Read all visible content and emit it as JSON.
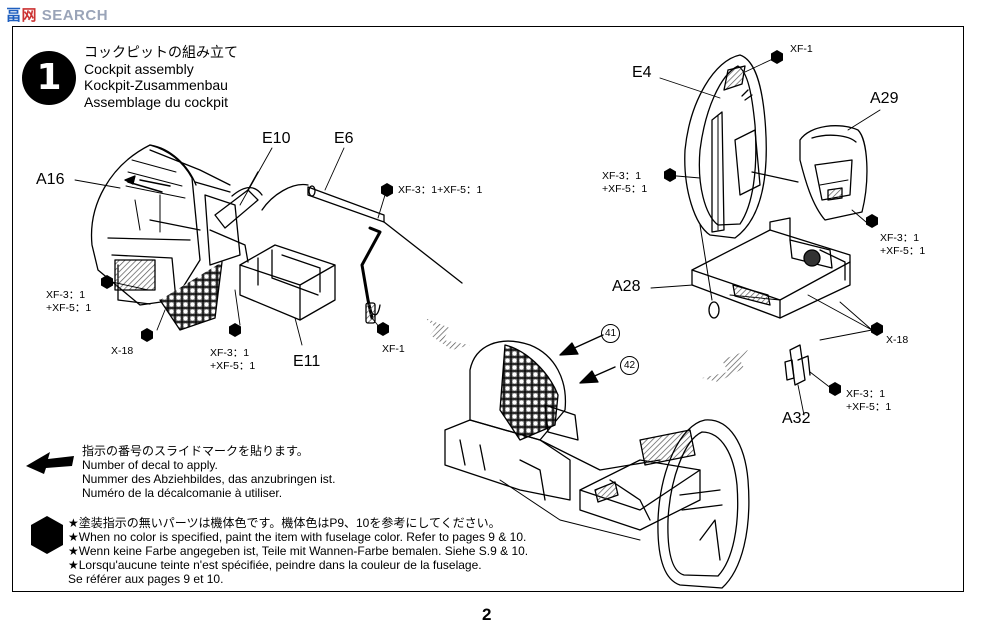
{
  "watermark": {
    "part1": "畐",
    "part2": "网",
    "part3": "SEARCH"
  },
  "step": {
    "number": "1",
    "title_ja": "コックピットの組み立て",
    "title_en": "Cockpit assembly",
    "title_de": "Kockpit-Zusammenbau",
    "title_fr": "Assemblage du cockpit"
  },
  "parts": {
    "a16": "A16",
    "e10": "E10",
    "e6": "E6",
    "e11": "E11",
    "e4": "E4",
    "a29": "A29",
    "a28": "A28",
    "a32": "A32"
  },
  "paint": {
    "xf3xf5_inline": "XF-3：1+XF-5：1",
    "xf3": "XF-3：1",
    "xf5": "+XF-5：1",
    "xf1": "XF-1",
    "x18": "X-18"
  },
  "decals": {
    "d41": "41",
    "d42": "42"
  },
  "legend_decal": {
    "ja": "指示の番号のスライドマークを貼ります。",
    "en": "Number of decal to apply.",
    "de": "Nummer des Abziehbildes, das anzubringen ist.",
    "fr": "Numéro de la décalcomanie à utiliser."
  },
  "legend_color": {
    "ja": "★塗装指示の無いパーツは機体色です。機体色はP9、10を参考にしてください。",
    "en": "★When no color is specified, paint the item with fuselage color. Refer to pages 9 & 10.",
    "de": "★Wenn keine Farbe angegeben ist, Teile mit Wannen-Farbe bemalen. Siehe S.9 & 10.",
    "fr1": "★Lorsqu'aucune teinte n'est spécifiée, peindre dans la couleur de la fuselage.",
    "fr2": "Se référer aux pages 9 et 10."
  },
  "page_number": "2"
}
